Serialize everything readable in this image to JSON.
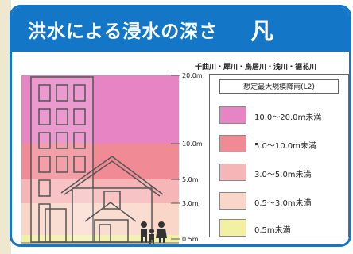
{
  "title": "洪水による浸水の深さ",
  "legend_title": "凡　例",
  "rivers": "千曲川・犀川・鳥居川・浅川・裾花川",
  "legend_header": "想定最大規模降雨(L2)",
  "scale_labels": {
    "level_20": "20.0m",
    "level_10": "10.0m",
    "level_5": "5.0m",
    "level_3": "3.0m",
    "level_05": "0.5m"
  },
  "legend": [
    {
      "label": "10.0～20.0m未満",
      "color": "#e684c4"
    },
    {
      "label": "5.0～10.0m未満",
      "color": "#f08a94"
    },
    {
      "label": "3.0～5.0m未満",
      "color": "#f6b6b8"
    },
    {
      "label": "0.5～3.0m未満",
      "color": "#f9d6c7"
    },
    {
      "label": "0.5m未満",
      "color": "#f2f0a2"
    }
  ],
  "band_colors": {
    "b10_20": "#e684c4",
    "b5_10": "#f08a94",
    "b3_5": "#f6b6b8",
    "b05_3": "#f9d6c7",
    "b0_05": "#f2f0a2"
  }
}
